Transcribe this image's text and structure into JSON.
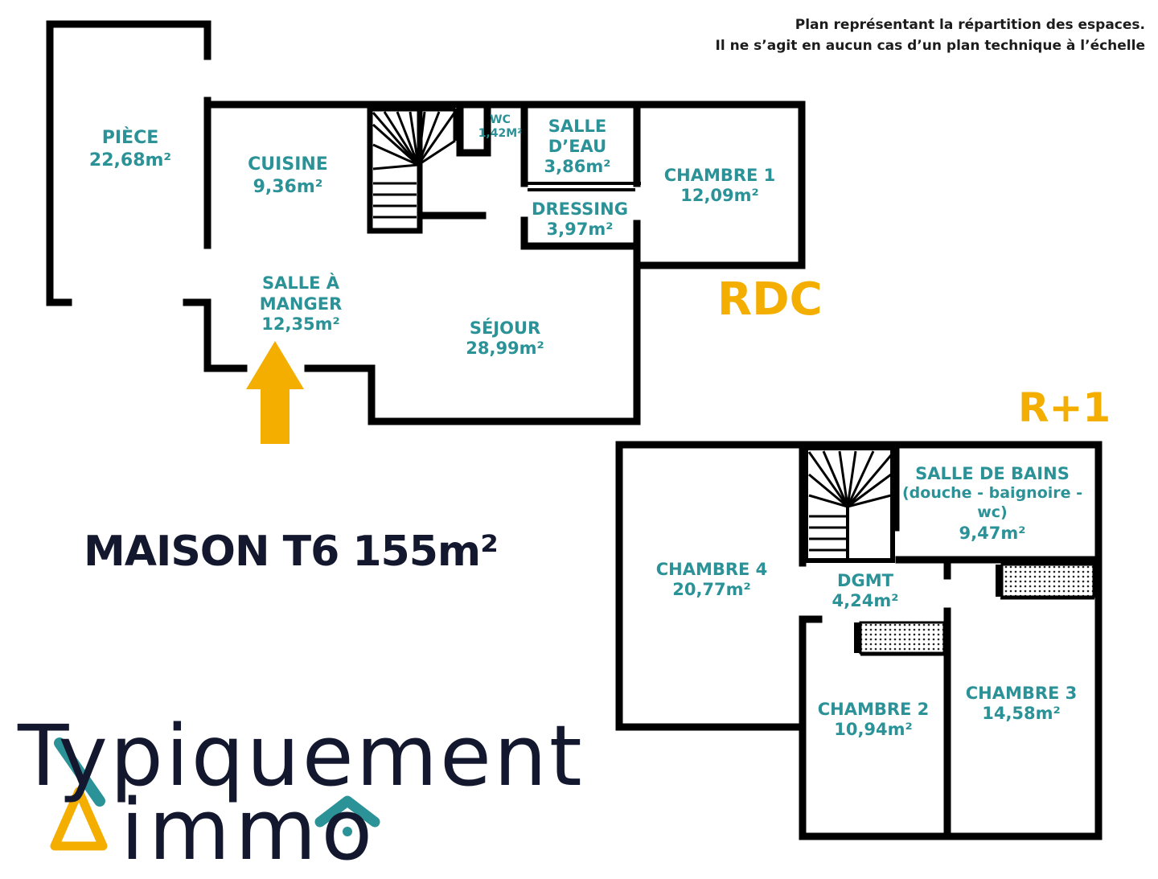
{
  "disclaimer": {
    "line1": "Plan représentant la répartition des espaces.",
    "line2": "Il ne s’agit en aucun cas d’un plan technique à l’échelle"
  },
  "levels": {
    "ground": "RDC",
    "upper": "R+1"
  },
  "title": "MAISON T6 155m²",
  "rooms": {
    "piece": {
      "name": "PIÈCE",
      "area": "22,68m²"
    },
    "cuisine": {
      "name": "CUISINE",
      "area": "9,36m²"
    },
    "wc": {
      "name": "WC",
      "area": "1,42M²"
    },
    "salle_eau": {
      "line1": "SALLE",
      "line2": "D’EAU",
      "area": "3,86m²"
    },
    "dressing": {
      "name": "DRESSING",
      "area": "3,97m²"
    },
    "chambre1": {
      "name": "CHAMBRE 1",
      "area": "12,09m²"
    },
    "salle_manger": {
      "line1": "SALLE À",
      "line2": "MANGER",
      "area": "12,35m²"
    },
    "sejour": {
      "name": "SÉJOUR",
      "area": "28,99m²"
    },
    "salle_bains": {
      "name": "SALLE DE BAINS",
      "detail1": "(douche - baignoire -",
      "detail2": "wc)",
      "area": "9,47m²"
    },
    "chambre4": {
      "name": "CHAMBRE 4",
      "area": "20,77m²"
    },
    "dgmt": {
      "name": "DGMT",
      "area": "4,24m²"
    },
    "chambre2": {
      "name": "CHAMBRE 2",
      "area": "10,94m²"
    },
    "chambre3": {
      "name": "CHAMBRE 3",
      "area": "14,58m²"
    }
  },
  "logo": {
    "line1": "Typiquement",
    "line2": "immo"
  },
  "colors": {
    "wall": "#000000",
    "room_label": "#2b9297",
    "accent": "#f4ae00",
    "logo_dark": "#14182f",
    "logo_teal": "#2b9297",
    "logo_yellow": "#f4ae00"
  },
  "icons": [
    "entrance-arrow-icon",
    "staircase-icon",
    "house-roof-icon"
  ]
}
